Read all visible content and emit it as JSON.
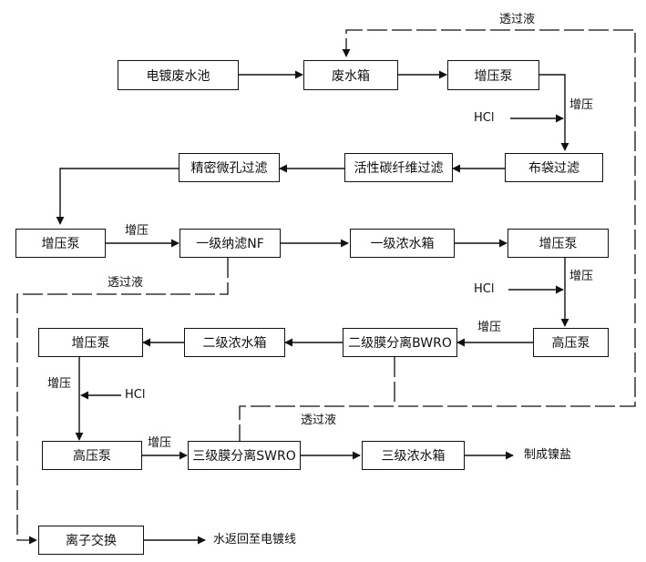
{
  "nodes": {
    "electroplating_pool": "电镀废水池",
    "waste_tank": "废水箱",
    "booster_pump_1": "增压泵",
    "bag_filter": "布袋过滤",
    "activated_carbon_filter": "活性碳纤维过滤",
    "precision_filter": "精密微孔过滤",
    "booster_pump_2": "增压泵",
    "nf_primary": "一级纳滤NF",
    "primary_conc_tank": "一级浓水箱",
    "booster_pump_3": "增压泵",
    "high_pressure_pump_1": "高压泵",
    "bwro_secondary": "二级膜分离BWRO",
    "secondary_conc_tank": "二级浓水箱",
    "booster_pump_4": "增压泵",
    "high_pressure_pump_2": "高压泵",
    "swro_tertiary": "三级膜分离SWRO",
    "tertiary_conc_tank": "三级浓水箱",
    "ion_exchange": "离子交换"
  },
  "labels": {
    "permeate_top": "透过液",
    "pressurize_1": "增压",
    "hcl_1": "HCl",
    "pressurize_2": "增压",
    "permeate_mid": "透过液",
    "pressurize_3": "增压",
    "hcl_2": "HCl",
    "pressurize_4": "增压",
    "pressurize_5": "增压",
    "hcl_3": "HCl",
    "permeate_low": "透过液",
    "pressurize_6": "增压",
    "nickel_salt_output": "制成镍盐",
    "water_return_output": "水返回至电镀线"
  }
}
